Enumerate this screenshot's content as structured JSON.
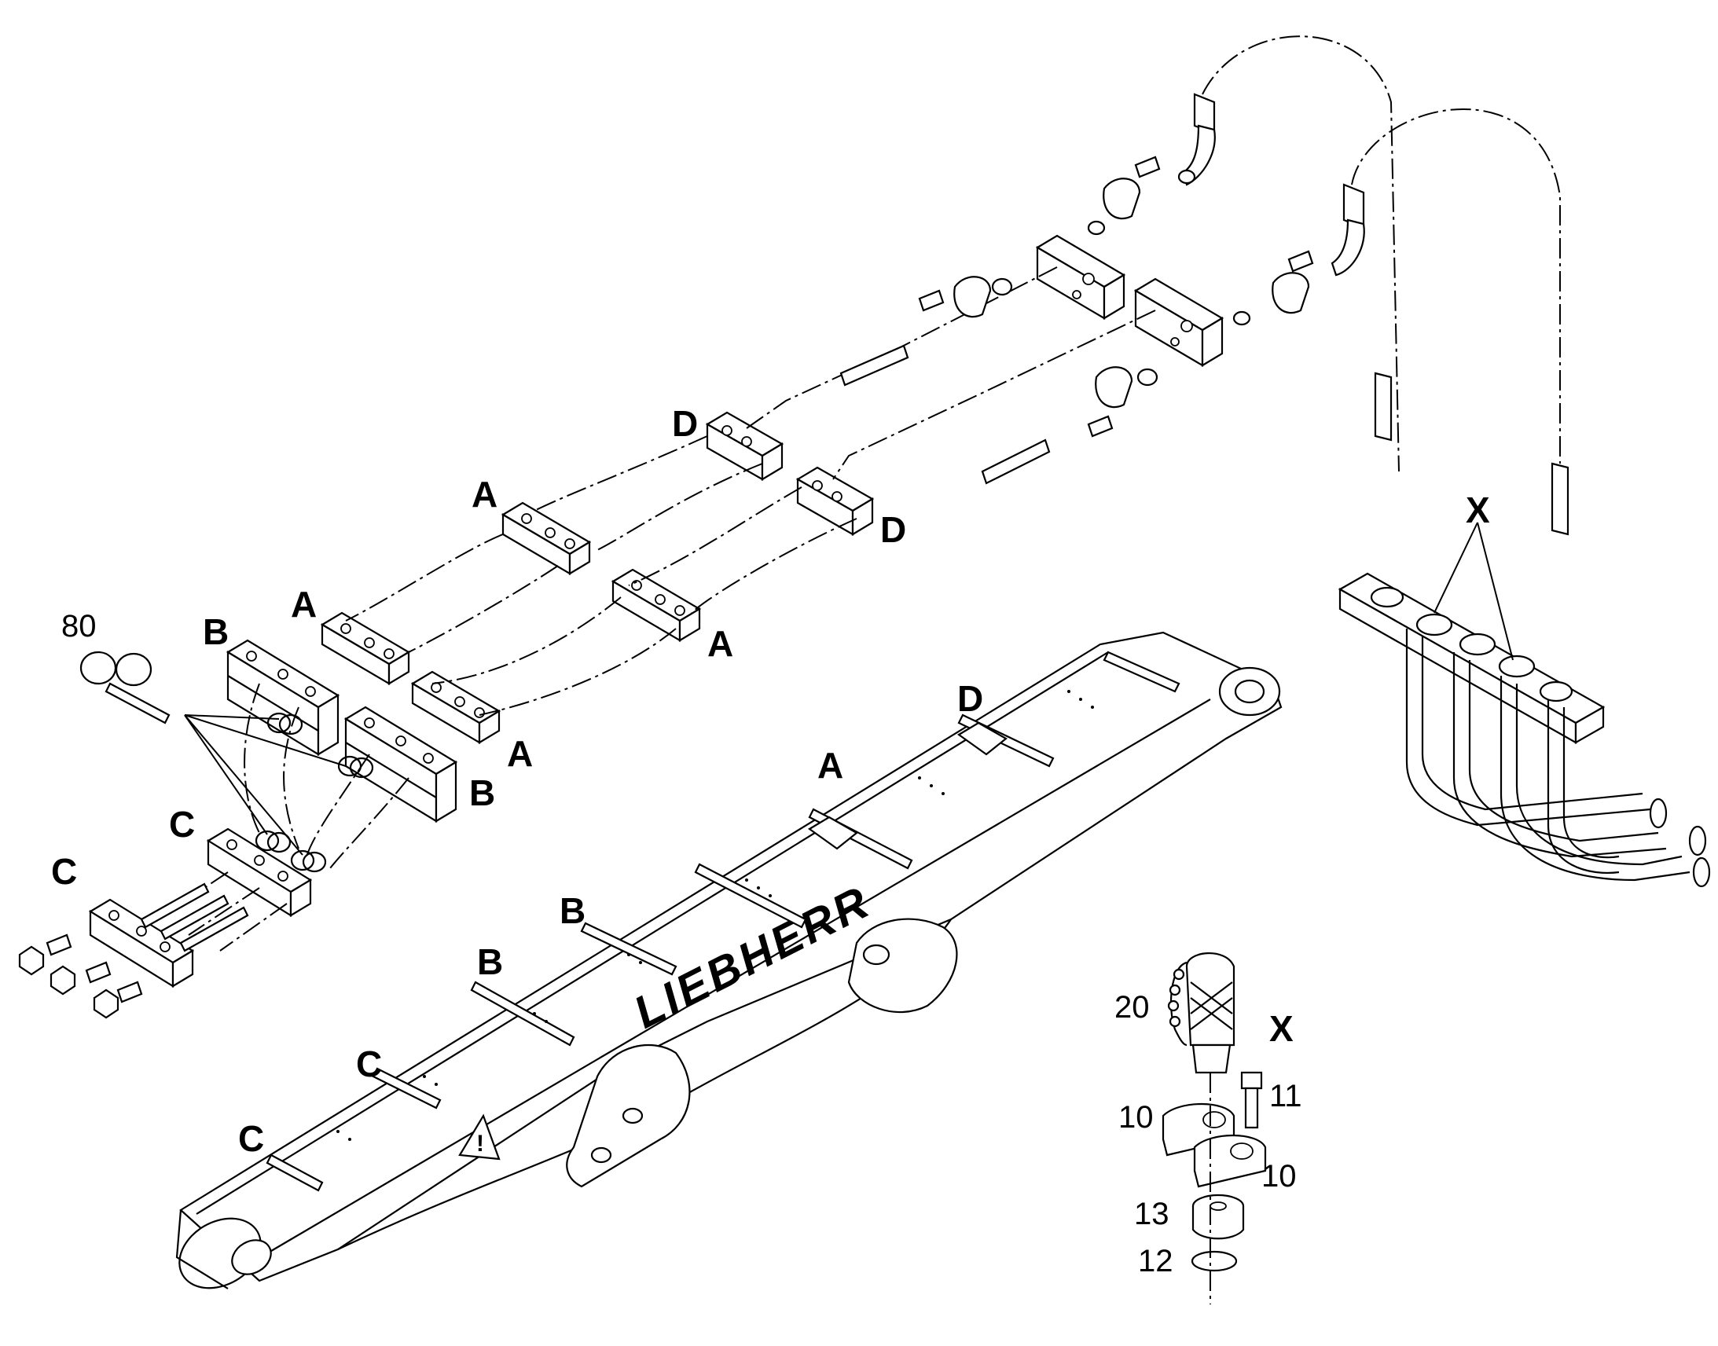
{
  "diagram": {
    "brand_logo": "LIEBHERR",
    "warning_symbol": "!",
    "callout_labels": {
      "clamp_a": "A",
      "clamp_b": "B",
      "clamp_c": "C",
      "clamp_d": "D",
      "detail_x": "X"
    },
    "part_numbers": {
      "hose_clip": "80",
      "coupling": "20",
      "flange_half": "10",
      "screw": "11",
      "seal_ring": "13",
      "o_ring": "12"
    }
  }
}
